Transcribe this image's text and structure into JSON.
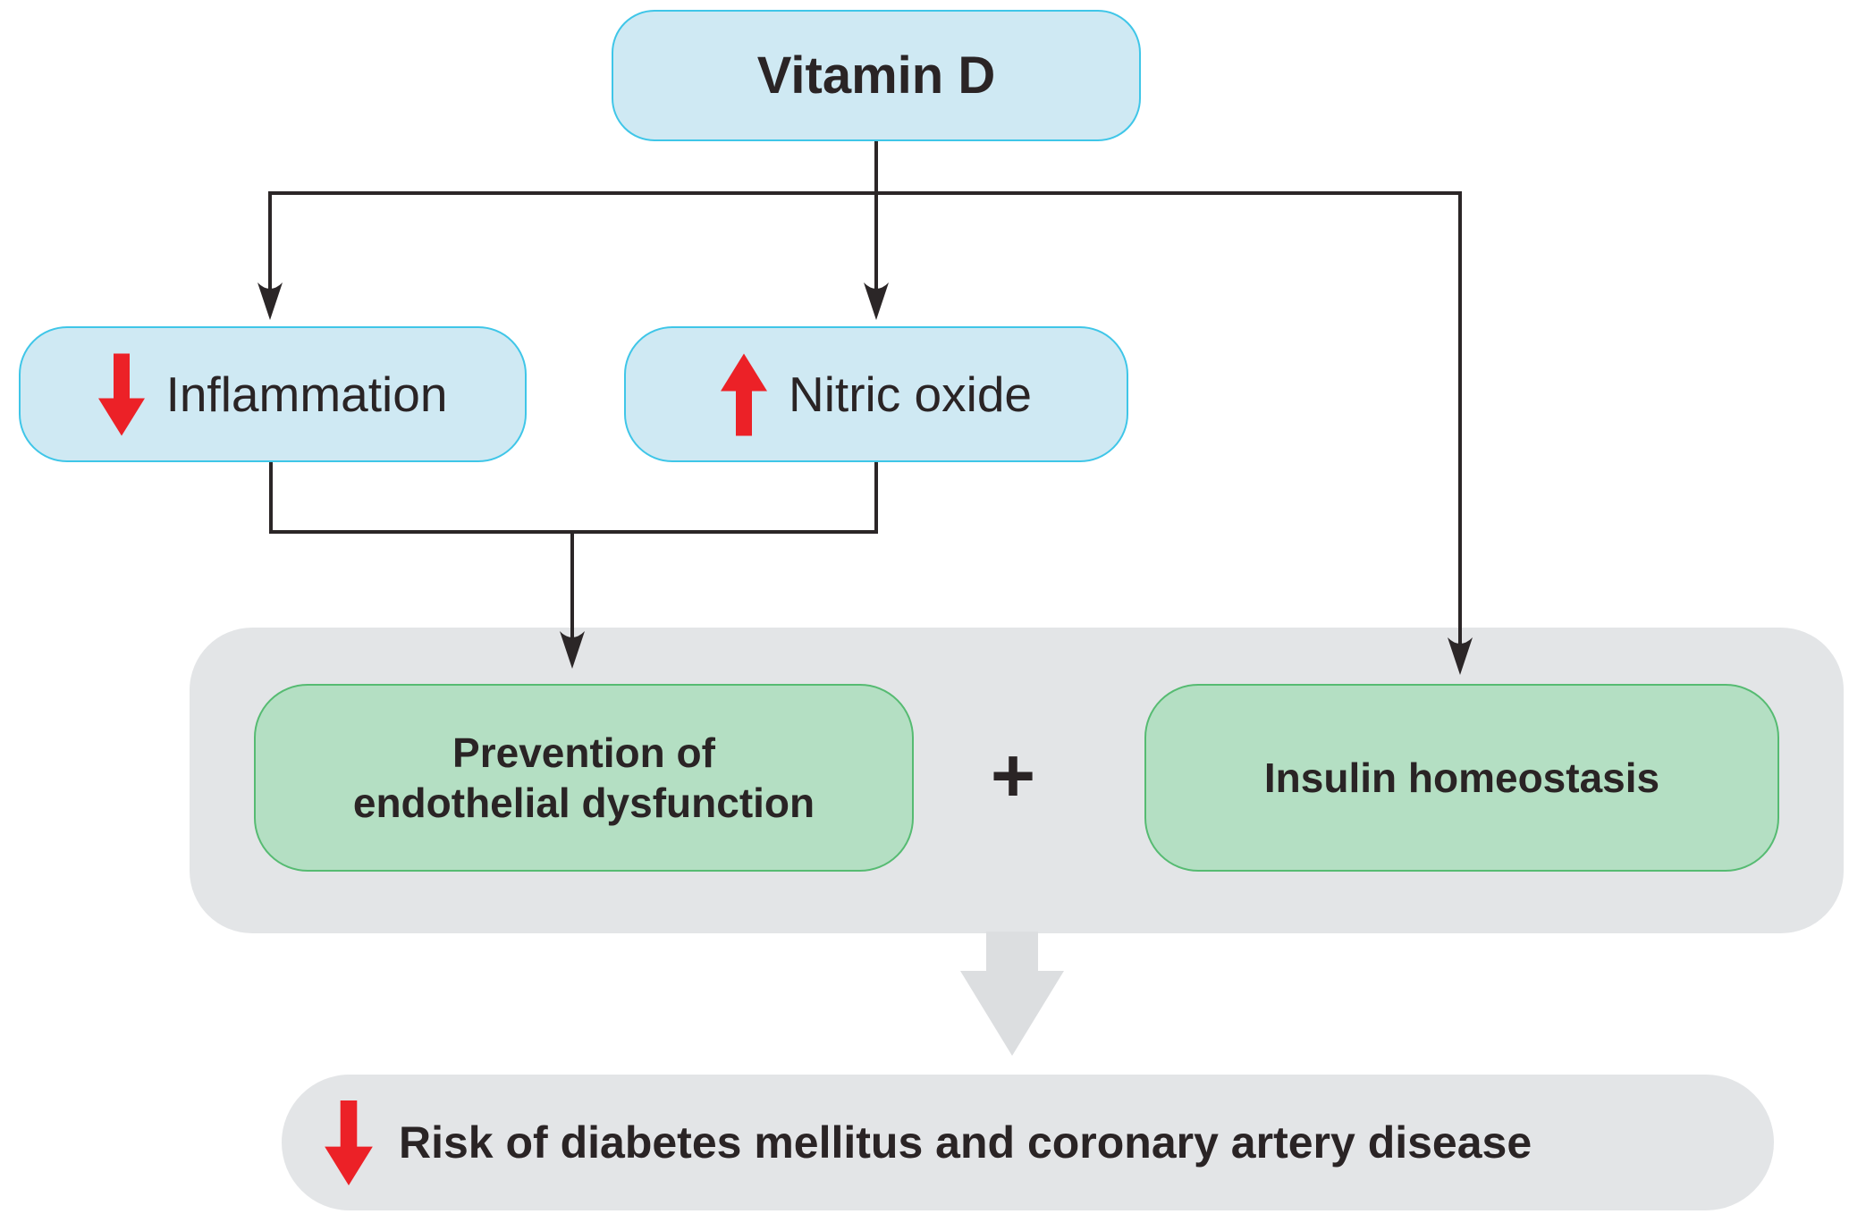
{
  "figure": {
    "type": "flow-diagram",
    "description_labels_only": "Vitamin D pathway diagram"
  },
  "nodes": {
    "vitamin_d": {
      "label": "Vitamin D"
    },
    "inflammation": {
      "label": "Inflammation",
      "direction": "decrease",
      "icon": "red-arrow-down-icon"
    },
    "nitric_oxide": {
      "label": "Nitric oxide",
      "direction": "increase",
      "icon": "red-arrow-up-icon"
    },
    "prevention": {
      "label_line1": "Prevention of",
      "label_line2": "endothelial dysfunction"
    },
    "plus": {
      "label": "+"
    },
    "insulin": {
      "label": "Insulin homeostasis"
    },
    "risk": {
      "label": "Risk of diabetes mellitus and coronary artery disease",
      "direction": "decrease",
      "icon": "red-arrow-down-icon"
    },
    "merge": {
      "icon": "gray-arrow-down-icon"
    }
  },
  "colors": {
    "blue_fill": "#cfe9f3",
    "blue_border": "#3fc6e8",
    "green_fill": "#b4dfc3",
    "green_border": "#56bb72",
    "gray_fill": "#e3e5e7",
    "gray_arrow": "#dcdee0",
    "red": "#ec2127",
    "line": "#2b2627",
    "text": "#2a2425"
  }
}
